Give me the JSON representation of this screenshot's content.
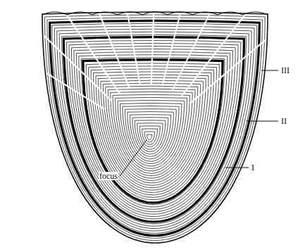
{
  "diagram": {
    "labels": [
      "focus",
      "I",
      "II",
      "III"
    ]
  }
}
